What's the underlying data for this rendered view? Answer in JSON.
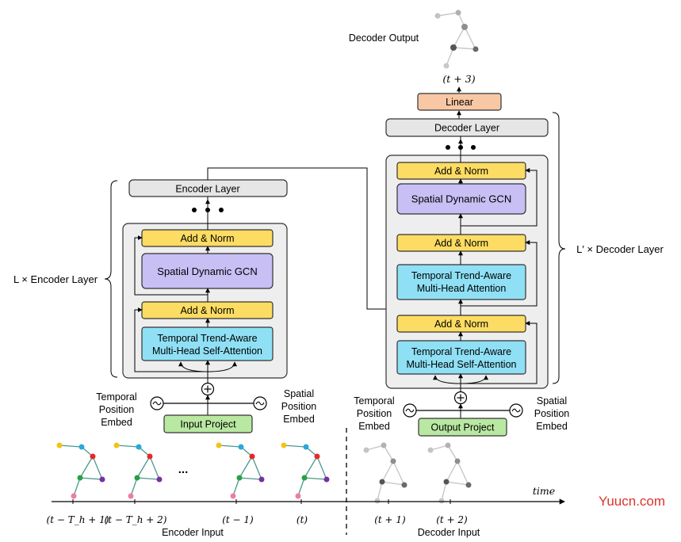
{
  "encoder": {
    "encoder_layer_label": "Encoder Layer",
    "add_norm_top": "Add & Norm",
    "spatial_gcn": "Spatial Dynamic GCN",
    "add_norm_bottom": "Add & Norm",
    "attention_line1": "Temporal Trend-Aware",
    "attention_line2": "Multi-Head Self-Attention",
    "layer_count_label": "L × Encoder Layer",
    "input_project": "Input Project",
    "temporal_embed": [
      "Temporal",
      "Position",
      "Embed"
    ],
    "spatial_embed": [
      "Spatial",
      "Position",
      "Embed"
    ],
    "input_label": "Encoder Input",
    "ellipsis": "..."
  },
  "decoder": {
    "output_label": "Decoder Output",
    "output_time": "(t + 3)",
    "linear": "Linear",
    "decoder_layer_label": "Decoder Layer",
    "add_norm_top": "Add & Norm",
    "spatial_gcn": "Spatial Dynamic GCN",
    "add_norm_middle": "Add & Norm",
    "cross_attention_line1": "Temporal Trend-Aware",
    "cross_attention_line2": "Multi-Head Attention",
    "add_norm_bottom": "Add & Norm",
    "self_attention_line1": "Temporal Trend-Aware",
    "self_attention_line2": "Multi-Head Self-Attention",
    "layer_count_label": "L′ × Decoder Layer",
    "output_project": "Output Project",
    "temporal_embed": [
      "Temporal",
      "Position",
      "Embed"
    ],
    "spatial_embed": [
      "Spatial",
      "Position",
      "Embed"
    ],
    "input_label": "Decoder Input"
  },
  "timeline": {
    "axis_label": "time",
    "ticks": [
      "(t − T_h + 1)",
      "(t − T_h + 2)",
      "(t − 1)",
      "(t)",
      "(t + 1)",
      "(t + 2)"
    ]
  },
  "watermark": "Yuucn.com",
  "colors": {
    "add_norm": "#FCDC62",
    "gcn": "#C8BFF4",
    "attention": "#8FE0F5",
    "project": "#B9E8A2",
    "linear": "#F8C7A4",
    "layer_box": "#E6E6E6",
    "container": "#EEEEEE",
    "watermark": "#D9342B"
  }
}
